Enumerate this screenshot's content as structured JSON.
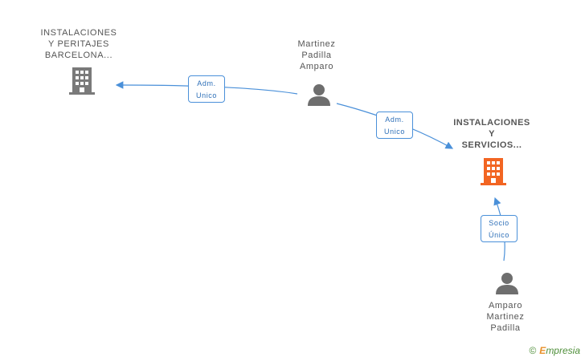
{
  "colors": {
    "edge": "#4a90d9",
    "company_grey": "#7a7a7a",
    "company_highlight": "#f26522",
    "person": "#6e6e6e",
    "brand_green": "#4f8f3a",
    "brand_orange": "#e8902a"
  },
  "nodes": {
    "company_barcelona": {
      "line1": "INSTALACIONES",
      "line2": "Y PERITAJES",
      "line3": "BARCELONA...",
      "icon": "building-icon"
    },
    "company_servicios": {
      "line1": "INSTALACIONES",
      "line2": "Y",
      "line3": "SERVICIOS...",
      "icon": "building-icon"
    },
    "person_martinez": {
      "line1": "Martinez",
      "line2": "Padilla",
      "line3": "Amparo",
      "icon": "person-icon"
    },
    "person_amparo": {
      "line1": "Amparo",
      "line2": "Martinez",
      "line3": "Padilla",
      "icon": "person-icon"
    }
  },
  "edges": {
    "adm_barcelona": {
      "line1": "Adm.",
      "line2": "Unico"
    },
    "adm_servicios": {
      "line1": "Adm.",
      "line2": "Unico"
    },
    "socio_servicios": {
      "line1": "Socio",
      "line2": "Único"
    }
  },
  "footer": {
    "copyright_symbol": "©",
    "brand_first": "E",
    "brand_rest": "mpresia"
  }
}
